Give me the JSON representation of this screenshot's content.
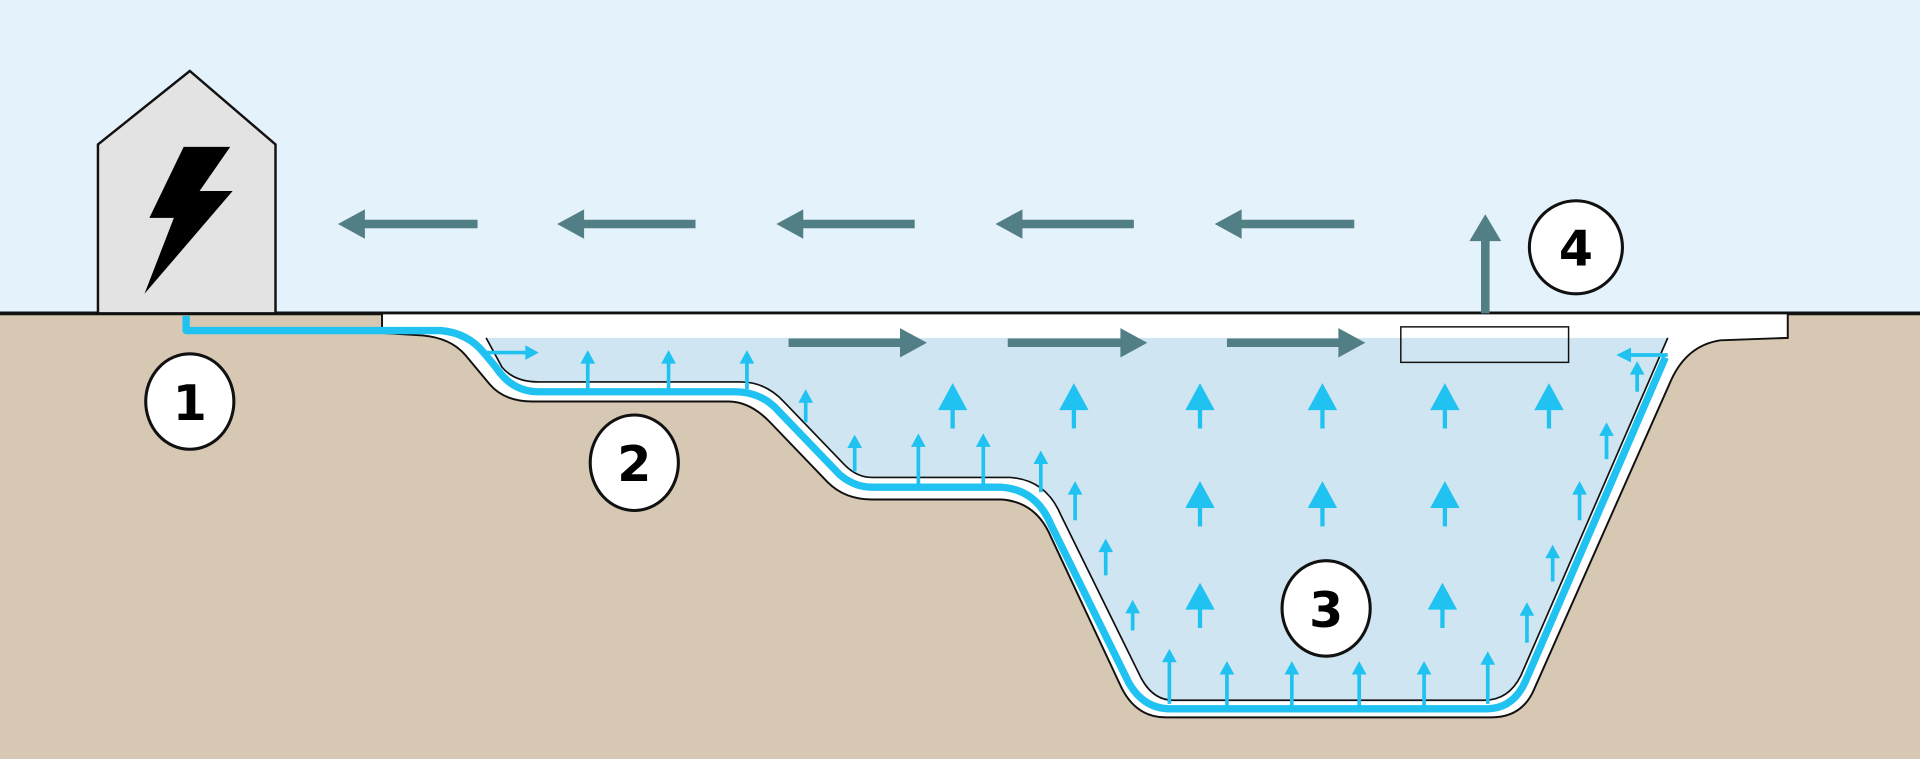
{
  "labels": {
    "one": "1",
    "two": "2",
    "three": "3",
    "four": "4"
  },
  "colors": {
    "sky": "#e4f2fb",
    "ground": "#d6c8b2",
    "water": "#cfe6f2",
    "pipe": "#1fc2f0",
    "flow": "#527f86",
    "house": "#e3e3e3"
  },
  "icons": {
    "house": "power-house-icon",
    "bolt": "lightning-bolt-icon"
  }
}
